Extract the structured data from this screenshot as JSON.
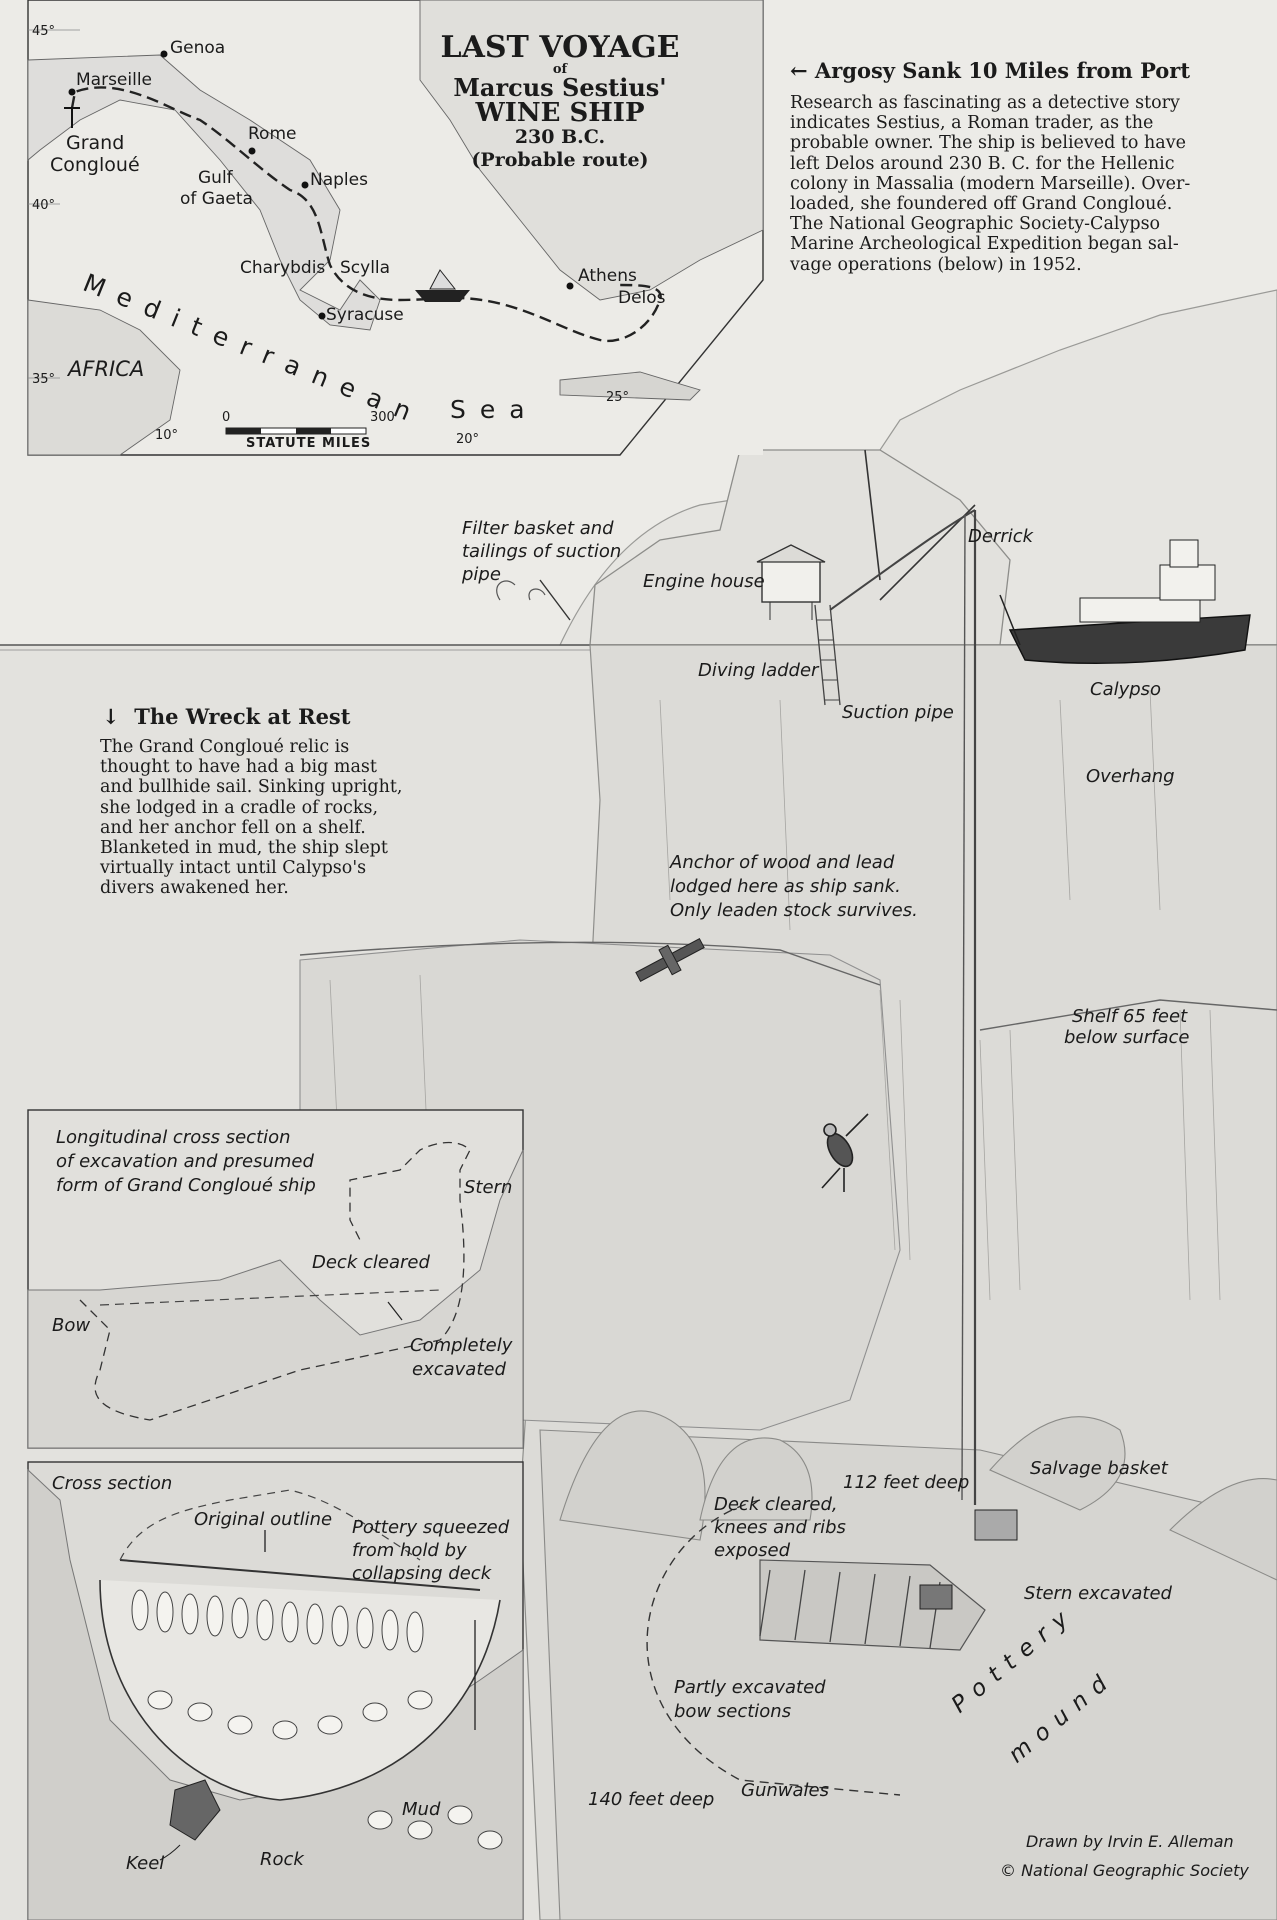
{
  "map": {
    "title": {
      "line1": "LAST VOYAGE",
      "line2": "of",
      "line3": "Marcus Sestius'",
      "line4": "WINE SHIP",
      "line5": "230 B.C.",
      "line6": "(Probable route)"
    },
    "places": {
      "genoa": "Genoa",
      "marseille": "Marseille",
      "grand_conglou_1": "Grand",
      "grand_conglou_2": "Congloué",
      "rome": "Rome",
      "gulf_1": "Gulf",
      "gulf_2": "of Gaeta",
      "naples": "Naples",
      "charybdis": "Charybdis",
      "scylla": "Scylla",
      "syracuse": "Syracuse",
      "athens": "Athens",
      "delos": "Delos",
      "africa": "AFRICA"
    },
    "sea_words": {
      "w1": "Mediterranean",
      "w2": "Sea"
    },
    "coords": {
      "c45": "45°",
      "c40": "40°",
      "c35": "35°",
      "c10": "10°",
      "c20": "20°",
      "c25": "25°"
    },
    "scale": {
      "zero": "0",
      "max": "300",
      "label": "STATUTE MILES"
    }
  },
  "argosy": {
    "heading": "Argosy Sank 10 Miles from Port",
    "lines": [
      "Research as fascinating as a detective story",
      "indicates Sestius, a Roman trader, as the",
      "probable owner. The ship is believed to have",
      "left Delos around 230 B. C. for the Hellenic",
      "colony in Massalia (modern Marseille). Over-",
      "loaded, she foundered off Grand Congloué.",
      "The National Geographic Society-Calypso",
      "Marine Archeological Expedition began sal-",
      "vage operations (below) in 1952."
    ]
  },
  "wreck": {
    "heading": "The Wreck at Rest",
    "lines": [
      "The Grand Congloué relic is",
      "thought to have had a big mast",
      "and bullhide sail. Sinking upright,",
      "she lodged in a cradle of rocks,",
      "and her anchor fell on a shelf.",
      "Blanketed in mud, the ship slept",
      "virtually intact until Calypso's",
      "divers awakened her."
    ]
  },
  "labels": {
    "filter_1": "Filter basket and",
    "filter_2": "tailings of suction",
    "filter_3": "pipe",
    "engine_house": "Engine house",
    "derrick": "Derrick",
    "diving_ladder": "Diving ladder",
    "suction_pipe": "Suction pipe",
    "calypso": "Calypso",
    "overhang": "Overhang",
    "anchor_1": "Anchor of wood and lead",
    "anchor_2": "lodged here as ship sank.",
    "anchor_3": "Only leaden stock survives.",
    "shelf_1": "Shelf 65 feet",
    "shelf_2": "below surface",
    "feet112": "112 feet deep",
    "salvage_basket": "Salvage basket",
    "deck_1": "Deck cleared,",
    "deck_2": "knees and ribs",
    "deck_3": "exposed",
    "stern_excavated": "Stern excavated",
    "pottery_1": "Pottery",
    "pottery_2": "mound",
    "partly_1": "Partly excavated",
    "partly_2": "bow sections",
    "feet140": "140 feet deep",
    "gunwales": "Gunwales",
    "credit_1": "Drawn by Irvin E. Alleman",
    "credit_2": "© National Geographic Society"
  },
  "longitudinal": {
    "title_1": "Longitudinal cross section",
    "title_2": "of excavation and presumed",
    "title_3": "form of Grand Congloué ship",
    "stern": "Stern",
    "deck_cleared": "Deck cleared",
    "bow": "Bow",
    "completely_1": "Completely",
    "completely_2": "excavated"
  },
  "cross": {
    "title": "Cross section",
    "original": "Original outline",
    "pottery_1": "Pottery squeezed",
    "pottery_2": "from hold by",
    "pottery_3": "collapsing deck",
    "mud": "Mud",
    "keel": "Keel",
    "rock": "Rock"
  }
}
